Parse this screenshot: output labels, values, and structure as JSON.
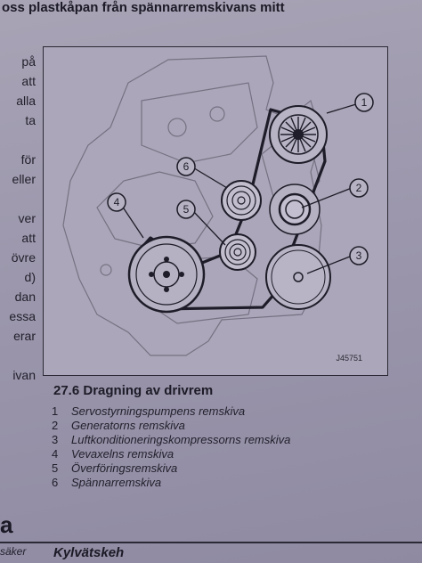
{
  "header_text": "oss plastkåpan från spännarremskivans mitt",
  "left_column": [
    "på",
    "att",
    "alla",
    "ta",
    "",
    "för",
    "eller",
    "",
    "ver",
    "att",
    "övre",
    "d)",
    "dan",
    "essa",
    "erar",
    "",
    "ivan"
  ],
  "figure": {
    "code": "J45751",
    "callouts": [
      "1",
      "2",
      "3",
      "4",
      "5",
      "6"
    ]
  },
  "caption": "27.6 Dragning av drivrem",
  "legend": [
    {
      "num": "1",
      "text": "Servostyrningspumpens remskiva"
    },
    {
      "num": "2",
      "text": "Generatorns remskiva"
    },
    {
      "num": "3",
      "text": "Luftkonditioneringskompressorns remskiva"
    },
    {
      "num": "4",
      "text": "Vevaxelns remskiva"
    },
    {
      "num": "5",
      "text": "Överföringsremskiva"
    },
    {
      "num": "6",
      "text": "Spännarremskiva"
    }
  ],
  "bottom": {
    "big_letter": "a",
    "left_text": "säker",
    "bold_text": "Kylvätskeh"
  }
}
